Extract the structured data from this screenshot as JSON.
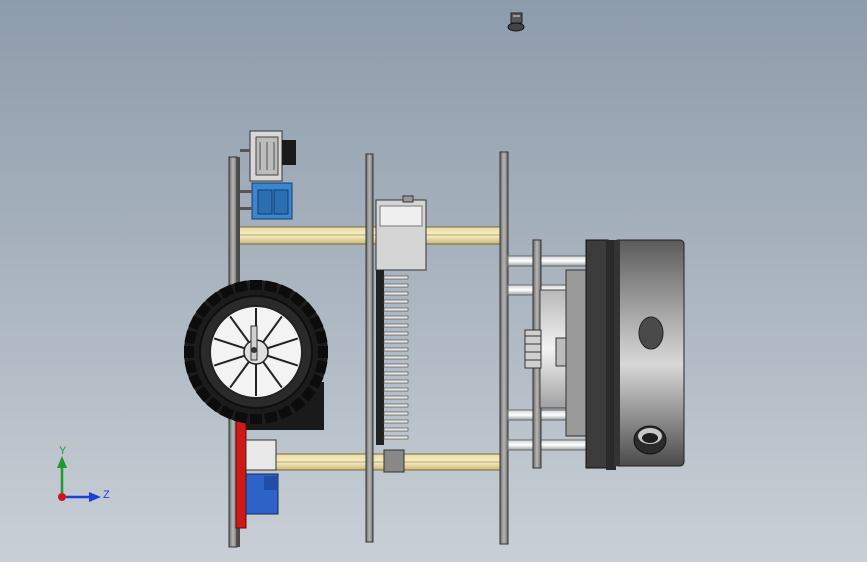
{
  "viewport": {
    "background_top": "#8d9cab",
    "background_bottom": "#c9cfd6"
  },
  "triad": {
    "y_label": "Y",
    "z_label": "Z",
    "y_color": "#1f9a2e",
    "z_color": "#1e3fd6",
    "origin_color": "#d0141c"
  },
  "model_parts": [
    "top-screw",
    "usb-board",
    "terminal-block",
    "left-plate",
    "wheel",
    "motor",
    "spacers",
    "middle-plate",
    "heatsink",
    "right-plate",
    "hub-motor",
    "lidar-drum"
  ]
}
